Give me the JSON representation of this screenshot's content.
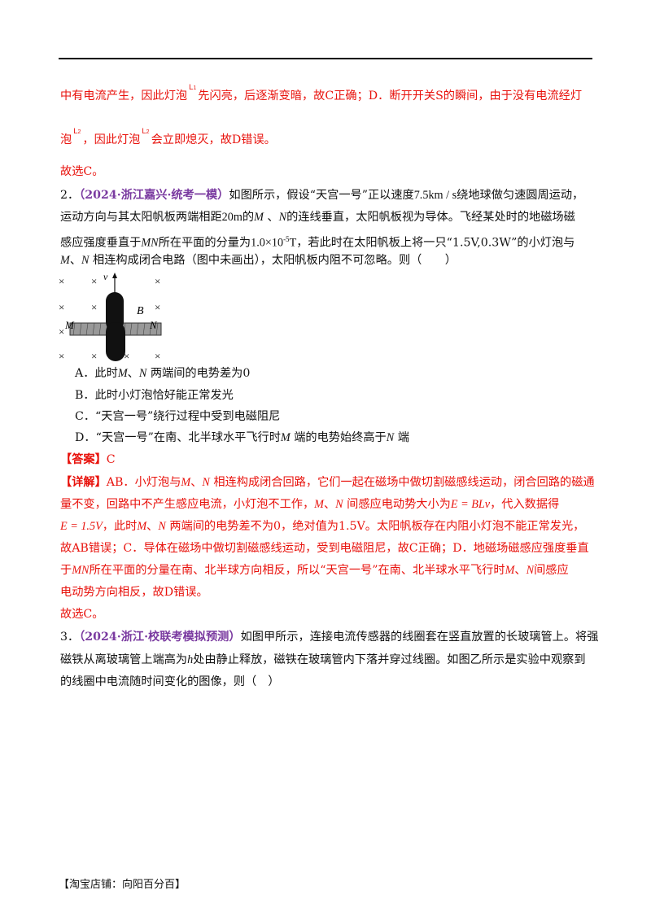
{
  "explanation_prev": {
    "l1_a": "中有电流产生，因此灯泡",
    "l1_sym": "L",
    "l1_sub": "1",
    "l1_b": "先闪亮，后逐渐变暗，故C正确；D．断开开关S的瞬间，由于没有电流经灯",
    "l2_a": "泡",
    "l2_sym": "L",
    "l2_sub": "2",
    "l2_b": "，因此灯泡",
    "l2_sym2": "L",
    "l2_sub2": "2",
    "l2_c": "会立即熄灭，故D错误。",
    "conclusion": "故选C。"
  },
  "question2": {
    "number": "2．",
    "source": "（2024·浙江嘉兴·统考一模）",
    "line1_a": "如图所示，假设“天宫一号”正以速度",
    "speed": "7.5km / s",
    "line1_b": "绕地球做匀速圆周运动，",
    "line2_a": "运动方向与其太阳帆板两端相距",
    "dist": "20m",
    "line2_b": "的",
    "M": "M",
    "sep": "、",
    "N": "N",
    "line2_c": "的连线垂直，太阳帆板视为导体。飞经某处时的地磁场磁",
    "line3_a": "感应强度垂直于",
    "MN": "MN",
    "line3_b": "所在平面的分量为",
    "field": "1.0×10",
    "field_exp": "-5",
    "field_unit": "T",
    "line3_c": "，若此时在太阳帆板上将一只“1.5V,0.3W”的小灯泡与",
    "line4_b": "相连构成闭合电路（图中未画出），太阳帆板内阻不可忽略。则（　　）",
    "figure": {
      "v": "v",
      "B": "B",
      "M": "M",
      "N": "N",
      "cross": "×"
    },
    "options": [
      {
        "label": "A．此时",
        "rest": "两端间的电势差为0"
      },
      {
        "label": "B．此时小灯泡恰好能正常发光"
      },
      {
        "label": "C．“天宫一号”绕行过程中受到电磁阻尼"
      },
      {
        "label": "D．“天宫一号”在南、北半球水平飞行时",
        "rest1": "端的电势始终高于",
        "rest2": "端"
      }
    ],
    "answer_tag": "【答案】",
    "answer": "C",
    "detail_tag": "【详解】",
    "d1_a": "AB．小灯泡与",
    "d1_b": "相连构成闭合回路，它们一起在磁场中做切割磁感线运动，闭合回路的磁通",
    "d2_a": "量不变，回路中不产生感应电流，小灯泡不工作，",
    "d2_b": "间感应电动势大小为",
    "formula": "E = BLv",
    "d2_c": "，代入数据得",
    "d3_eq": "E = 1.5V",
    "d3_a": "，此时",
    "d3_b": "两端间的电势差不为0，绝对值为1.5V。太阳帆板存在内阻小灯泡不能正常发光，",
    "d4": "故AB错误；C．导体在磁场中做切割磁感线运动，受到电磁阻尼，故C正确；D．地磁场磁感应强度垂直",
    "d5_a": "于",
    "d5_b": "所在平面的分量在南、北半球方向相反，所以“天宫一号”在南、北半球水平飞行时",
    "d5_c": "间感应",
    "d6": "电动势方向相反，故D错误。",
    "conclusion": "故选C。"
  },
  "question3": {
    "number": "3．",
    "source": "（2024·浙江·校联考模拟预测）",
    "line1": "如图甲所示，连接电流传感器的线圈套在竖直放置的长玻璃管上。将强",
    "line2_a": "磁铁从离玻璃管上端高为",
    "h": "h",
    "line2_b": "处由静止释放，磁铁在玻璃管内下落并穿过线圈。如图乙所示是实验中观察到",
    "line3": "的线圈中电流随时间变化的图像，则（　）"
  },
  "footer": "【淘宝店铺：向阳百分百】"
}
